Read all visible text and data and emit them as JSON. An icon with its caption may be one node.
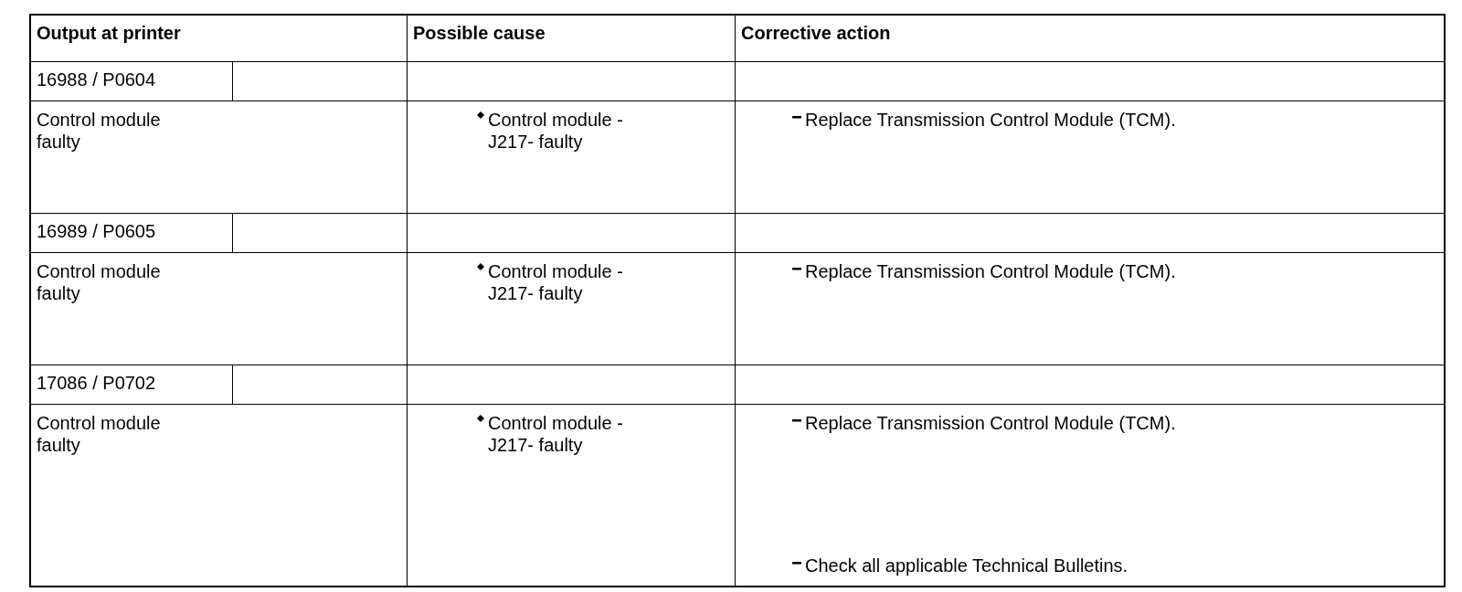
{
  "diagram": {
    "labels": [
      "Output at printer",
      "Possible cause",
      "Corrective action",
      "16988 / P0604",
      "Control module faulty",
      "Control module - J217- faulty",
      "Replace Transmission Control Module (TCM).",
      "16989 / P0605",
      "Control module faulty",
      "Control module - J217- faulty",
      "Replace Transmission Control Module (TCM).",
      "17086 / P0702",
      "Control module faulty",
      "Control module - J217- faulty",
      "Replace Transmission Control Module (TCM).",
      "Check all applicable Technical Bulletins."
    ]
  }
}
